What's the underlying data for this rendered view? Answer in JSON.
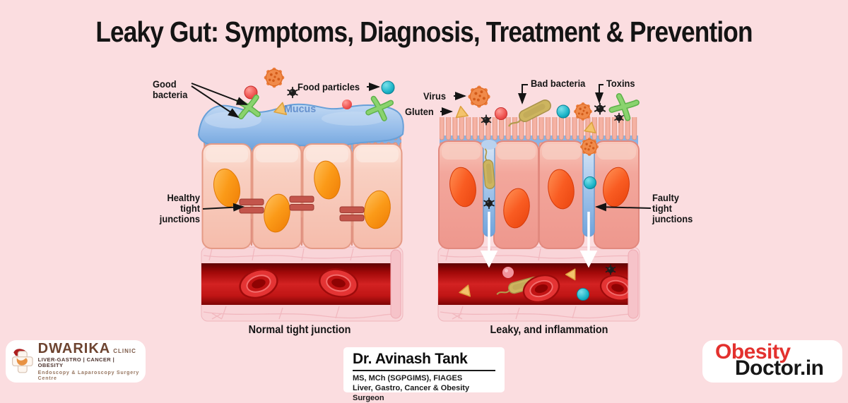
{
  "title": "Leaky Gut: Symptoms, Diagnosis, Treatment & Prevention",
  "left_panel": {
    "caption": "Normal tight junction",
    "labels": {
      "good_bacteria_line1": "Good",
      "good_bacteria_line2": "bacteria",
      "food_particles": "Food particles",
      "mucus": "Mucus",
      "healthy_line1": "Healthy",
      "healthy_line2": "tight",
      "healthy_line3": "junctions"
    }
  },
  "right_panel": {
    "caption": "Leaky, and inflammation",
    "labels": {
      "virus": "Virus",
      "gluten": "Gluten",
      "bad_bacteria": "Bad bacteria",
      "toxins": "Toxins",
      "faulty_line1": "Faulty",
      "faulty_line2": "tight",
      "faulty_line3": "junctions"
    }
  },
  "footer": {
    "clinic": {
      "name": "DWARIKA",
      "type": "CLINIC",
      "specialties": "LIVER-GASTRO | CANCER | OBESITY",
      "tagline": "Endoscopy & Laparoscopy Surgery Centre"
    },
    "doctor": {
      "name": "Dr. Avinash Tank",
      "credentials": "MS, MCh (SGPGIMS), FIAGES",
      "role": "Liver, Gastro, Cancer & Obesity Surgeon"
    },
    "brand": {
      "word1": "Obesity",
      "word2": "Doctor.in"
    }
  },
  "colors": {
    "background": "#fbdde0",
    "label_text": "#141414",
    "brand_red": "#e3312e",
    "clinic_brown": "#6d4430",
    "mucus_blue": "#8ab4e6",
    "cell_pink_normal": "#f7c5b5",
    "cell_pink_inflamed": "#f2a29a",
    "vessel_red": "#d32222"
  }
}
